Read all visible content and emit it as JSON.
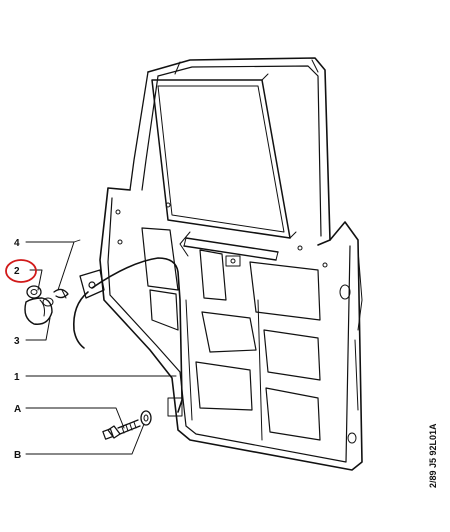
{
  "callouts": {
    "c4": "4",
    "c2": "2",
    "c3": "3",
    "c1": "1",
    "cA": "A",
    "cB": "B"
  },
  "reference": "2/89  J5  92L01A",
  "colors": {
    "line": "#111111",
    "highlight": "#d11a1a",
    "background": "#ffffff"
  }
}
